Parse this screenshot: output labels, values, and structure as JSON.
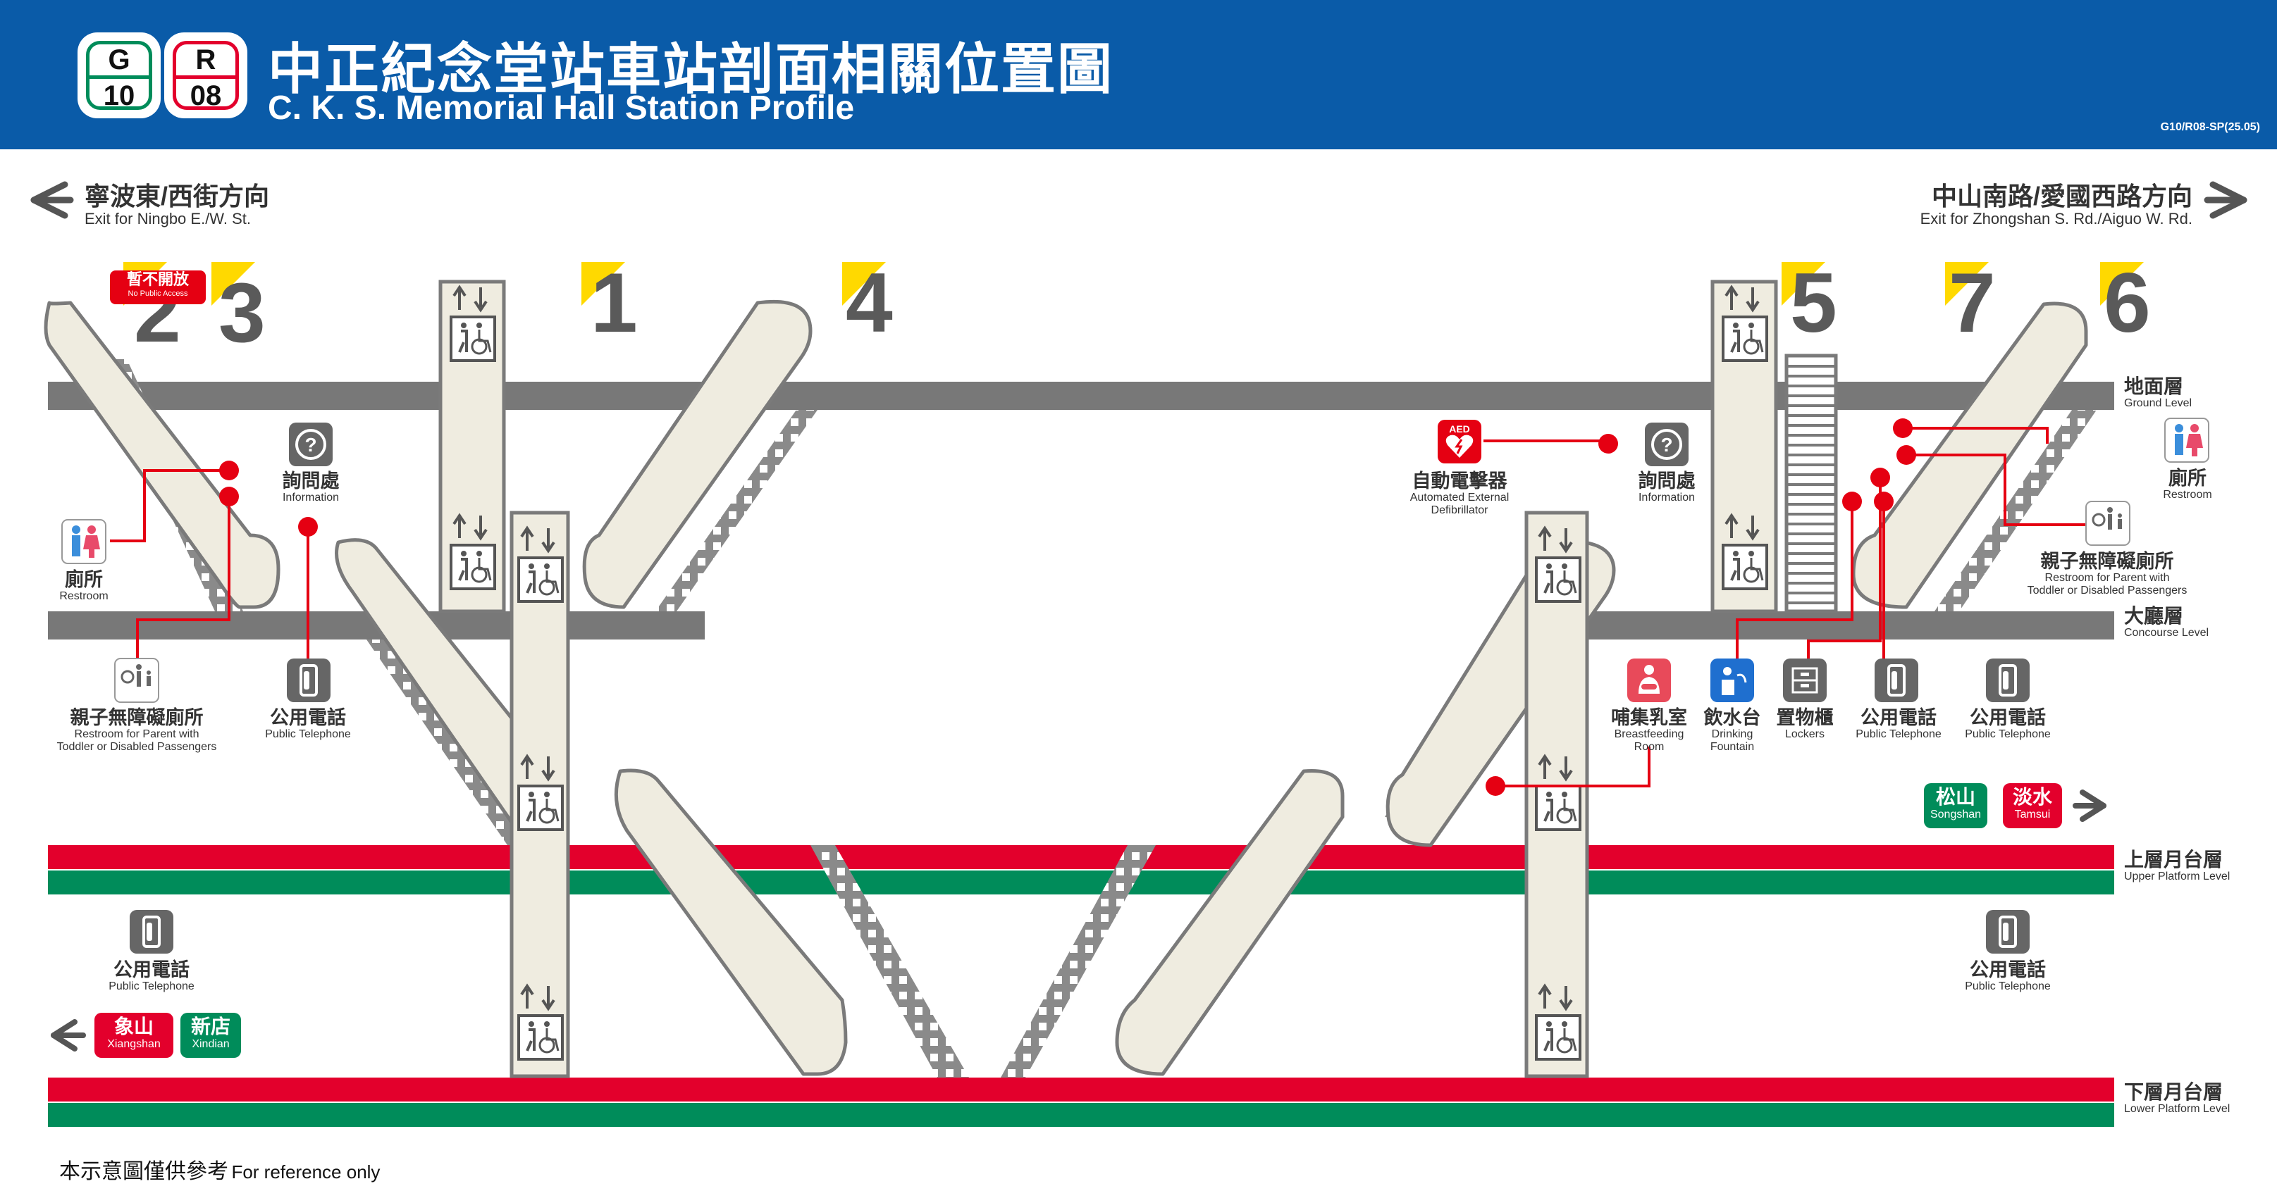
{
  "header": {
    "title_zh": "中正紀念堂站車站剖面相關位置圖",
    "title_en": "C. K. S. Memorial Hall Station Profile",
    "code": "G10/R08-SP(25.05)",
    "badges": [
      {
        "line": "G",
        "num": "10",
        "color": "#008c5a"
      },
      {
        "line": "R",
        "num": "08",
        "color": "#e3002c"
      }
    ]
  },
  "directions": {
    "left": {
      "zh": "寧波東/西街方向",
      "en": "Exit for Ningbo E./W. St."
    },
    "right": {
      "zh": "中山南路/愛國西路方向",
      "en": "Exit for Zhongshan S. Rd./Aiguo W. Rd."
    }
  },
  "levels": [
    {
      "zh": "地面層",
      "en": "Ground Level"
    },
    {
      "zh": "大廳層",
      "en": "Concourse Level"
    },
    {
      "zh": "上層月台層",
      "en": "Upper Platform Level"
    },
    {
      "zh": "下層月台層",
      "en": "Lower Platform Level"
    }
  ],
  "exits": [
    "2",
    "3",
    "1",
    "4",
    "5",
    "7",
    "6"
  ],
  "closed_notice": {
    "zh": "暫不開放",
    "en": "No Public Access"
  },
  "facilities": {
    "restroom": {
      "zh": "廁所",
      "en": "Restroom"
    },
    "family_restroom": {
      "zh": "親子無障礙廁所",
      "en1": "Restroom for Parent with",
      "en2": "Toddler or Disabled Passengers"
    },
    "information": {
      "zh": "詢問處",
      "en": "Information"
    },
    "telephone": {
      "zh": "公用電話",
      "en": "Public Telephone"
    },
    "aed": {
      "zh": "自動電擊器",
      "en1": "Automated External",
      "en2": "Defibrillator",
      "icon_text": "AED"
    },
    "breastfeeding": {
      "zh": "哺集乳室",
      "en1": "Breastfeeding",
      "en2": "Room"
    },
    "drinking": {
      "zh": "飲水台",
      "en1": "Drinking",
      "en2": "Fountain"
    },
    "lockers": {
      "zh": "置物櫃",
      "en": "Lockers"
    }
  },
  "destinations": {
    "songshan": {
      "zh": "松山",
      "en": "Songshan",
      "color": "#008c5a"
    },
    "tamsui": {
      "zh": "淡水",
      "en": "Tamsui",
      "color": "#e3002c"
    },
    "xiangshan": {
      "zh": "象山",
      "en": "Xiangshan",
      "color": "#e3002c"
    },
    "xindian": {
      "zh": "新店",
      "en": "Xindian",
      "color": "#008c5a"
    }
  },
  "colors": {
    "header": "#0a5ba8",
    "floor": "#787878",
    "structure_fill": "#efece0",
    "red_line": "#e3002c",
    "green_line": "#008c5a",
    "exit_flag": "#ffd900",
    "leader": "#e50012"
  },
  "footnote": {
    "zh": "本示意圖僅供參考",
    "en": "For reference only"
  }
}
